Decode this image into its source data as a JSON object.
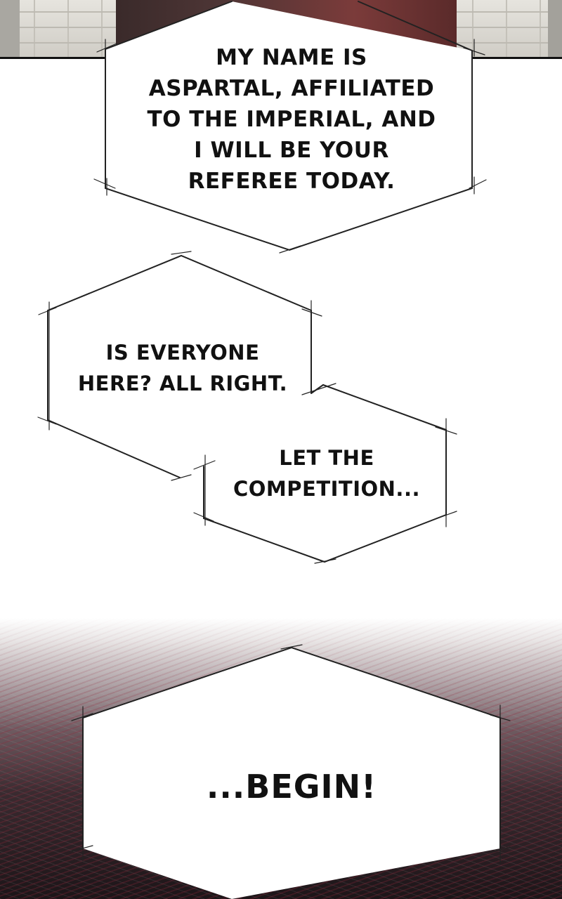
{
  "bubbles": [
    {
      "id": "bubble-1",
      "lines": [
        "MY NAME IS",
        "ASPARTAL, AFFILIATED",
        "TO THE IMPERIAL, AND",
        "I WILL BE YOUR",
        "REFEREE TODAY."
      ]
    },
    {
      "id": "bubble-2",
      "lines": [
        "IS EVERYONE",
        "HERE? ALL RIGHT."
      ]
    },
    {
      "id": "bubble-3",
      "lines": [
        "LET THE",
        "COMPETITION..."
      ]
    },
    {
      "id": "bubble-4",
      "lines": [
        "...BEGIN!"
      ]
    }
  ],
  "colors": {
    "bubble_stroke": "#222222",
    "bubble_fill": "#ffffff",
    "background": "#ffffff"
  }
}
